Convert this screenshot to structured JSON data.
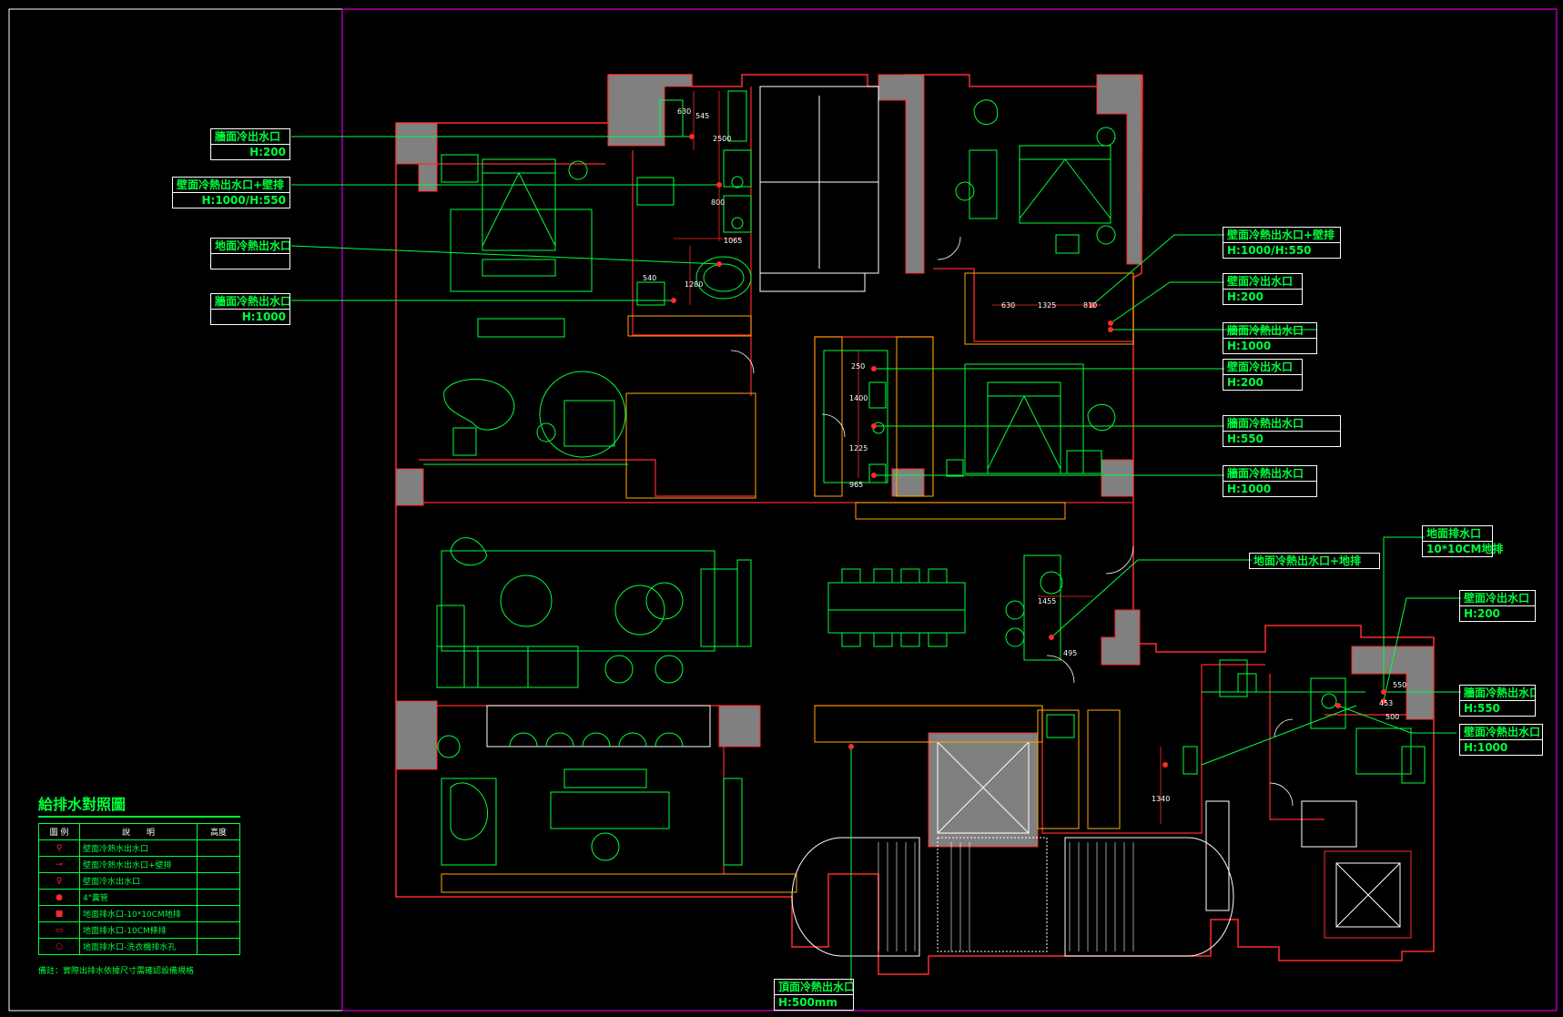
{
  "palette": {
    "wall": "#ff2a2a",
    "furniture": "#00ff3c",
    "column": "#808080",
    "annotation": "#ffffff",
    "frame": "#ff00ff",
    "cabinet": "#ffcc00"
  },
  "tags_left": [
    {
      "title": "牆面冷出水口",
      "value": "H:200"
    },
    {
      "title": "壁面冷熱出水口+壁排",
      "value": "H:1000/H:550"
    },
    {
      "title": "地面冷熱出水口",
      "value": ""
    },
    {
      "title": "牆面冷熱出水口",
      "value": "H:1000"
    }
  ],
  "tags_right": [
    {
      "title": "壁面冷熱出水口+壁排",
      "value": "H:1000/H:550"
    },
    {
      "title": "壁面冷出水口",
      "value": "H:200"
    },
    {
      "title": "牆面冷熱出水口",
      "value": "H:1000"
    },
    {
      "title": "壁面冷出水口",
      "value": "H:200"
    },
    {
      "title": "牆面冷熱出水口",
      "value": "H:550"
    },
    {
      "title": "牆面冷熱出水口",
      "value": "H:1000"
    }
  ],
  "tags_far_right": [
    {
      "title": "地面排水口",
      "value": "10*10CM地排"
    },
    {
      "title": "地面冷熱出水口+地排",
      "value": ""
    },
    {
      "title": "壁面冷出水口",
      "value": "H:200"
    },
    {
      "title": "牆面冷熱出水口",
      "value": "H:550"
    },
    {
      "title": "壁面冷熱出水口",
      "value": "H:1000"
    }
  ],
  "tag_bottom": {
    "title": "頂面冷熱出水口/壁排",
    "value": "H:500mm"
  },
  "dimensions": [
    "630",
    "545",
    "2500",
    "800",
    "1065",
    "540",
    "1280",
    "630",
    "1325",
    "810",
    "250",
    "1400",
    "1225",
    "965",
    "1455",
    "495",
    "1340",
    "500",
    "453",
    "550"
  ],
  "legend": {
    "title": "給排水對照圖",
    "headers": [
      "圖 例",
      "說　　明",
      "高度"
    ],
    "rows": [
      {
        "desc": "壁面冷熱水出水口"
      },
      {
        "desc": "壁面冷熱水出水口+壁排"
      },
      {
        "desc": "壁面冷水出水口"
      },
      {
        "desc": "4\"糞管"
      },
      {
        "desc": "地面排水口-10*10CM地排"
      },
      {
        "desc": "地面排水口-10CM條排"
      },
      {
        "desc": "地面排水口-洗衣機排水孔"
      }
    ],
    "note": "備註：實際出排水依據尺寸需確認設備規格"
  }
}
